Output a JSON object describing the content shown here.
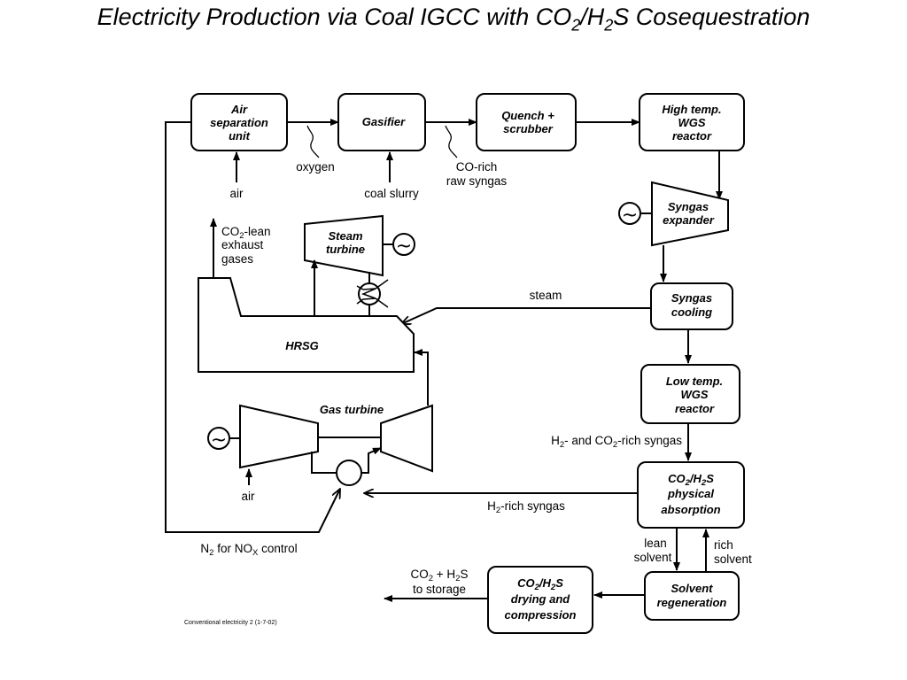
{
  "title": {
    "pre": "Electricity Production via Coal IGCC with CO",
    "s1": "2",
    "mid": "/H",
    "s2": "2",
    "post": "S Cosequestration"
  },
  "boxes": {
    "asu": [
      "Air",
      "separation",
      "unit"
    ],
    "gasifier": [
      "Gasifier"
    ],
    "quench": [
      "Quench +",
      "scrubber"
    ],
    "hwgs": [
      "High temp.",
      "WGS",
      "reactor"
    ],
    "expander": [
      "Syngas",
      "expander"
    ],
    "steam_turbine": [
      "Steam",
      "turbine"
    ],
    "syngas_cooling": [
      "Syngas",
      "cooling"
    ],
    "hrsg": "HRSG",
    "lwgs": [
      "Low temp.",
      "WGS",
      "reactor"
    ],
    "gas_turbine": "Gas turbine",
    "absorption": {
      "l1a": "CO",
      "l1b": "2",
      "l1c": "/H",
      "l1d": "2",
      "l1e": "S",
      "l2": "physical",
      "l3": "absorption"
    },
    "drying": {
      "l1a": "CO",
      "l1b": "2",
      "l1c": "/H",
      "l1d": "2",
      "l1e": "S",
      "l2": "drying and",
      "l3": "compression"
    },
    "regeneration": [
      "Solvent",
      "regeneration"
    ]
  },
  "labels": {
    "oxygen": "oxygen",
    "air1": "air",
    "coal_slurry": "coal slurry",
    "co_rich": [
      "CO-rich",
      "raw syngas"
    ],
    "co2_lean": {
      "a": "CO",
      "b": "2",
      "c": "-lean",
      "l2": "exhaust",
      "l3": "gases"
    },
    "steam": "steam",
    "h2_co2": {
      "a": "H",
      "b": "2",
      "c": "- and CO",
      "d": "2",
      "e": "-rich syngas"
    },
    "h2_rich": {
      "a": "H",
      "b": "2",
      "c": "-rich syngas"
    },
    "air2": "air",
    "n2": {
      "a": "N",
      "b": "2",
      "c": " for NO",
      "d": "X",
      "e": " control"
    },
    "lean_solvent": [
      "lean",
      "solvent"
    ],
    "rich_solvent": [
      "rich",
      "solvent"
    ],
    "storage": {
      "a": "CO",
      "b": "2",
      "c": " + H",
      "d": "2",
      "e": "S",
      "l2": "to storage"
    },
    "footer": "Conventional electricity 2 (1-7-02)"
  },
  "symbols": {
    "generator": "~"
  }
}
